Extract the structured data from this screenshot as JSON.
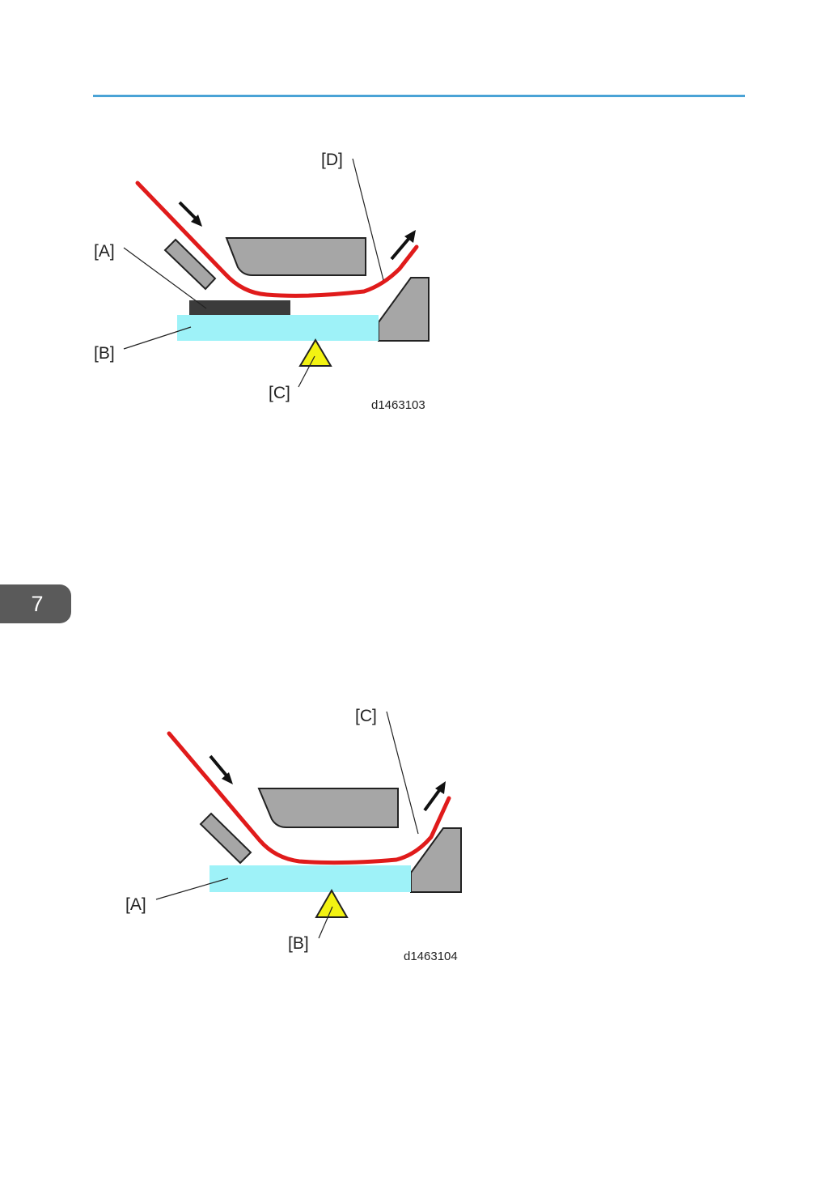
{
  "page": {
    "chapter_number": "7"
  },
  "figure_1": {
    "code": "d1463103",
    "labels": {
      "a": "[A]",
      "b": "[B]",
      "c": "[C]",
      "d": "[D]"
    }
  },
  "figure_2": {
    "code": "d1463104",
    "labels": {
      "a": "[A]",
      "b": "[B]",
      "c": "[C]"
    }
  },
  "colors": {
    "accent_rule": "#4aa3d6",
    "paper_path": "#e01b1b",
    "glass": "#9ef2f8",
    "sensor": "#f3f312",
    "guide_gray": "#a6a6a6",
    "pad_dark": "#3b3b3b",
    "chapter_tab": "#5a5a5a"
  }
}
